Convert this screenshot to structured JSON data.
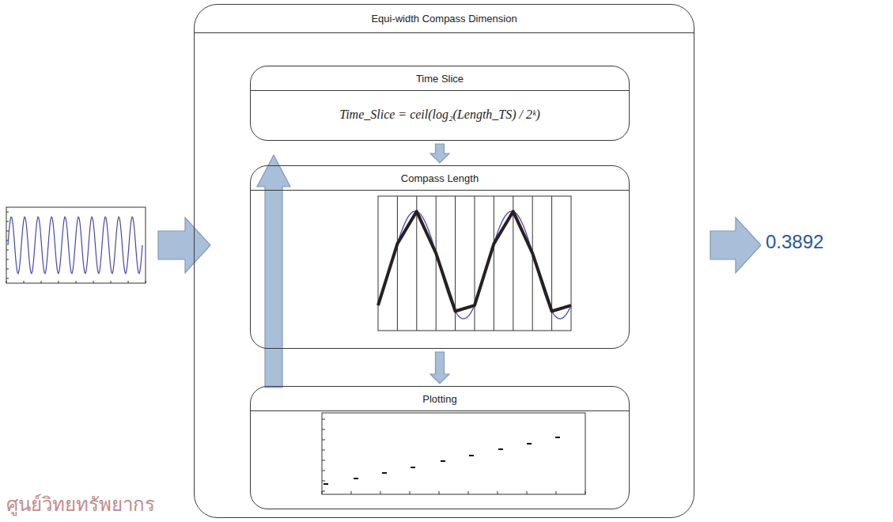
{
  "diagram": {
    "nodes": [
      {
        "text": [
          "Equi-width Compass Dimension"
        ]
      },
      {
        "text": [
          "Time Slice",
          "Time_Slice = ceil(log₂(Length_TS) / 2ᵏ)"
        ],
        "in": 0
      },
      {
        "text": [
          "Compass Length"
        ],
        "in": 0
      },
      {
        "text": [
          "Plotting"
        ],
        "in": 0
      }
    ],
    "edges": [
      {
        "from": 1,
        "to": 2,
        "arrow": "to"
      },
      {
        "from": 2,
        "to": 3,
        "arrow": "to"
      },
      {
        "from": 3,
        "to": 1,
        "arrow": "to"
      }
    ],
    "labels": [
      "0.3892",
      "ศูนย์วิทยทรัพยากร"
    ]
  }
}
